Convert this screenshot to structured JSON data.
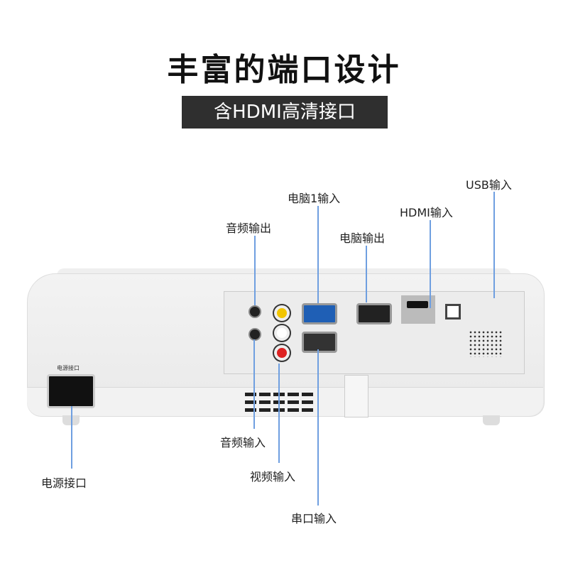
{
  "title": "丰富的端口设计",
  "subtitle": "含HDMI高清接口",
  "power_panel_label": "电源接口",
  "labels": {
    "audio_out": "音频输出",
    "pc1_in": "电脑1输入",
    "pc_out": "电脑输出",
    "hdmi_in": "HDMI输入",
    "usb_in": "USB输入",
    "audio_in": "音频输入",
    "video_in": "视频输入",
    "serial_in": "串口输入",
    "power": "电源接口"
  },
  "colors": {
    "line": "#6f9fe0",
    "banner": "#2f2f2f"
  }
}
